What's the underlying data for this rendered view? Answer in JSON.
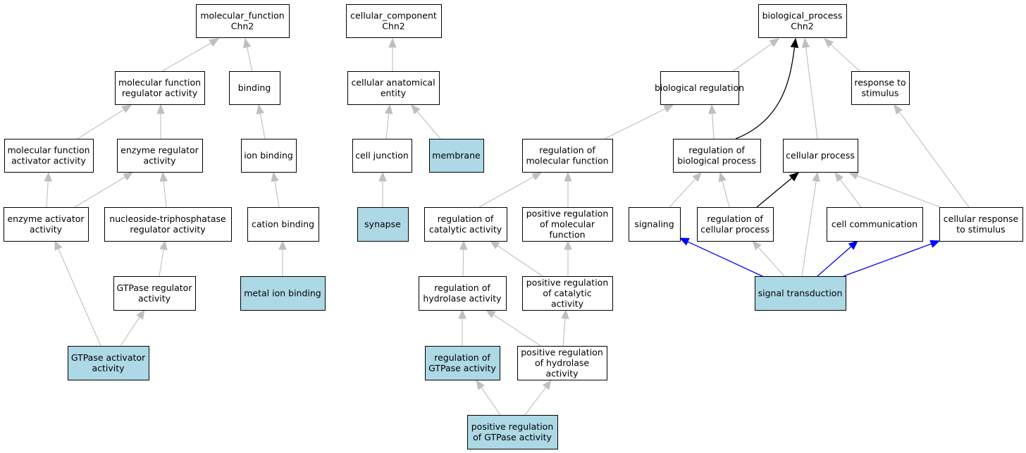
{
  "colors": {
    "highlight_fill": "#add8e6",
    "default_fill": "#ffffff",
    "edge_gray": "#bfbfbf",
    "edge_black": "#000000",
    "edge_blue": "#0000ff"
  },
  "nodes": {
    "mf_root": {
      "lines": [
        "molecular_function",
        "Chn2"
      ],
      "highlight": false
    },
    "cc_root": {
      "lines": [
        "cellular_component",
        "Chn2"
      ],
      "highlight": false
    },
    "bp_root": {
      "lines": [
        "biological_process",
        "Chn2"
      ],
      "highlight": false
    },
    "mf_reg_act": {
      "lines": [
        "molecular function",
        "regulator activity"
      ],
      "highlight": false
    },
    "binding": {
      "lines": [
        "binding"
      ],
      "highlight": false
    },
    "cell_anat": {
      "lines": [
        "cellular anatomical",
        "entity"
      ],
      "highlight": false
    },
    "bio_reg": {
      "lines": [
        "biological regulation"
      ],
      "highlight": false
    },
    "resp_stim": {
      "lines": [
        "response to",
        "stimulus"
      ],
      "highlight": false
    },
    "mf_act_act": {
      "lines": [
        "molecular function",
        "activator activity"
      ],
      "highlight": false
    },
    "enz_reg": {
      "lines": [
        "enzyme regulator",
        "activity"
      ],
      "highlight": false
    },
    "ion_binding": {
      "lines": [
        "ion binding"
      ],
      "highlight": false
    },
    "cell_junction": {
      "lines": [
        "cell junction"
      ],
      "highlight": false
    },
    "membrane": {
      "lines": [
        "membrane"
      ],
      "highlight": true
    },
    "reg_mol_func": {
      "lines": [
        "regulation of",
        "molecular function"
      ],
      "highlight": false
    },
    "reg_bio_proc": {
      "lines": [
        "regulation of",
        "biological process"
      ],
      "highlight": false
    },
    "cell_proc": {
      "lines": [
        "cellular process"
      ],
      "highlight": false
    },
    "enz_act": {
      "lines": [
        "enzyme activator",
        "activity"
      ],
      "highlight": false
    },
    "ntp_reg": {
      "lines": [
        "nucleoside-triphosphatase",
        "regulator activity"
      ],
      "highlight": false
    },
    "cation_binding": {
      "lines": [
        "cation binding"
      ],
      "highlight": false
    },
    "synapse": {
      "lines": [
        "synapse"
      ],
      "highlight": true
    },
    "reg_cat_act": {
      "lines": [
        "regulation of",
        "catalytic activity"
      ],
      "highlight": false
    },
    "pos_reg_mol_func": {
      "lines": [
        "positive regulation",
        "of molecular",
        "function"
      ],
      "highlight": false
    },
    "signaling": {
      "lines": [
        "signaling"
      ],
      "highlight": false
    },
    "reg_cell_proc": {
      "lines": [
        "regulation of",
        "cellular process"
      ],
      "highlight": false
    },
    "cell_comm": {
      "lines": [
        "cell communication"
      ],
      "highlight": false
    },
    "cell_resp_stim": {
      "lines": [
        "cellular response",
        "to stimulus"
      ],
      "highlight": false
    },
    "gtpase_reg": {
      "lines": [
        "GTPase regulator",
        "activity"
      ],
      "highlight": false
    },
    "metal_ion": {
      "lines": [
        "metal ion binding"
      ],
      "highlight": true
    },
    "reg_hydro": {
      "lines": [
        "regulation of",
        "hydrolase activity"
      ],
      "highlight": false
    },
    "pos_reg_cat": {
      "lines": [
        "positive regulation",
        "of catalytic",
        "activity"
      ],
      "highlight": false
    },
    "sig_trans": {
      "lines": [
        "signal transduction"
      ],
      "highlight": true
    },
    "gtpase_act_act": {
      "lines": [
        "GTPase activator",
        "activity"
      ],
      "highlight": true
    },
    "reg_gtpase": {
      "lines": [
        "regulation of",
        "GTPase activity"
      ],
      "highlight": true
    },
    "pos_reg_hydro": {
      "lines": [
        "positive regulation",
        "of hydrolase",
        "activity"
      ],
      "highlight": false
    },
    "pos_reg_gtpase": {
      "lines": [
        "positive regulation",
        "of GTPase activity"
      ],
      "highlight": true
    }
  },
  "edges": [
    {
      "from": "mf_reg_act",
      "to": "mf_root",
      "style": "gray"
    },
    {
      "from": "binding",
      "to": "mf_root",
      "style": "gray"
    },
    {
      "from": "cell_anat",
      "to": "cc_root",
      "style": "gray"
    },
    {
      "from": "bio_reg",
      "to": "bp_root",
      "style": "gray"
    },
    {
      "from": "resp_stim",
      "to": "bp_root",
      "style": "gray"
    },
    {
      "from": "cell_proc",
      "to": "bp_root",
      "style": "gray"
    },
    {
      "from": "reg_bio_proc",
      "to": "bp_root",
      "style": "black"
    },
    {
      "from": "mf_act_act",
      "to": "mf_reg_act",
      "style": "gray"
    },
    {
      "from": "enz_reg",
      "to": "mf_reg_act",
      "style": "gray"
    },
    {
      "from": "ion_binding",
      "to": "binding",
      "style": "gray"
    },
    {
      "from": "cell_junction",
      "to": "cell_anat",
      "style": "gray"
    },
    {
      "from": "membrane",
      "to": "cell_anat",
      "style": "gray"
    },
    {
      "from": "reg_mol_func",
      "to": "bio_reg",
      "style": "gray"
    },
    {
      "from": "reg_bio_proc",
      "to": "bio_reg",
      "style": "gray"
    },
    {
      "from": "cell_resp_stim",
      "to": "resp_stim",
      "style": "gray"
    },
    {
      "from": "enz_act",
      "to": "mf_act_act",
      "style": "gray"
    },
    {
      "from": "enz_act",
      "to": "enz_reg",
      "style": "gray"
    },
    {
      "from": "ntp_reg",
      "to": "enz_reg",
      "style": "gray"
    },
    {
      "from": "cation_binding",
      "to": "ion_binding",
      "style": "gray"
    },
    {
      "from": "synapse",
      "to": "cell_junction",
      "style": "gray"
    },
    {
      "from": "reg_cat_act",
      "to": "reg_mol_func",
      "style": "gray"
    },
    {
      "from": "pos_reg_mol_func",
      "to": "reg_mol_func",
      "style": "gray"
    },
    {
      "from": "signaling",
      "to": "reg_bio_proc",
      "style": "gray"
    },
    {
      "from": "reg_cell_proc",
      "to": "reg_bio_proc",
      "style": "gray"
    },
    {
      "from": "reg_cell_proc",
      "to": "cell_proc",
      "style": "black"
    },
    {
      "from": "sig_trans",
      "to": "cell_proc",
      "style": "gray"
    },
    {
      "from": "cell_comm",
      "to": "cell_proc",
      "style": "gray"
    },
    {
      "from": "cell_resp_stim",
      "to": "cell_proc",
      "style": "gray"
    },
    {
      "from": "gtpase_reg",
      "to": "ntp_reg",
      "style": "gray"
    },
    {
      "from": "metal_ion",
      "to": "cation_binding",
      "style": "gray"
    },
    {
      "from": "reg_hydro",
      "to": "reg_cat_act",
      "style": "gray"
    },
    {
      "from": "pos_reg_cat",
      "to": "reg_cat_act",
      "style": "gray"
    },
    {
      "from": "pos_reg_cat",
      "to": "pos_reg_mol_func",
      "style": "gray"
    },
    {
      "from": "sig_trans",
      "to": "signaling",
      "style": "blue"
    },
    {
      "from": "sig_trans",
      "to": "reg_cell_proc",
      "style": "gray"
    },
    {
      "from": "sig_trans",
      "to": "cell_comm",
      "style": "blue"
    },
    {
      "from": "sig_trans",
      "to": "cell_resp_stim",
      "style": "blue"
    },
    {
      "from": "gtpase_act_act",
      "to": "enz_act",
      "style": "gray"
    },
    {
      "from": "gtpase_act_act",
      "to": "gtpase_reg",
      "style": "gray"
    },
    {
      "from": "reg_gtpase",
      "to": "reg_hydro",
      "style": "gray"
    },
    {
      "from": "pos_reg_hydro",
      "to": "reg_hydro",
      "style": "gray"
    },
    {
      "from": "pos_reg_hydro",
      "to": "pos_reg_cat",
      "style": "gray"
    },
    {
      "from": "pos_reg_gtpase",
      "to": "reg_gtpase",
      "style": "gray"
    },
    {
      "from": "pos_reg_gtpase",
      "to": "pos_reg_hydro",
      "style": "gray"
    }
  ]
}
